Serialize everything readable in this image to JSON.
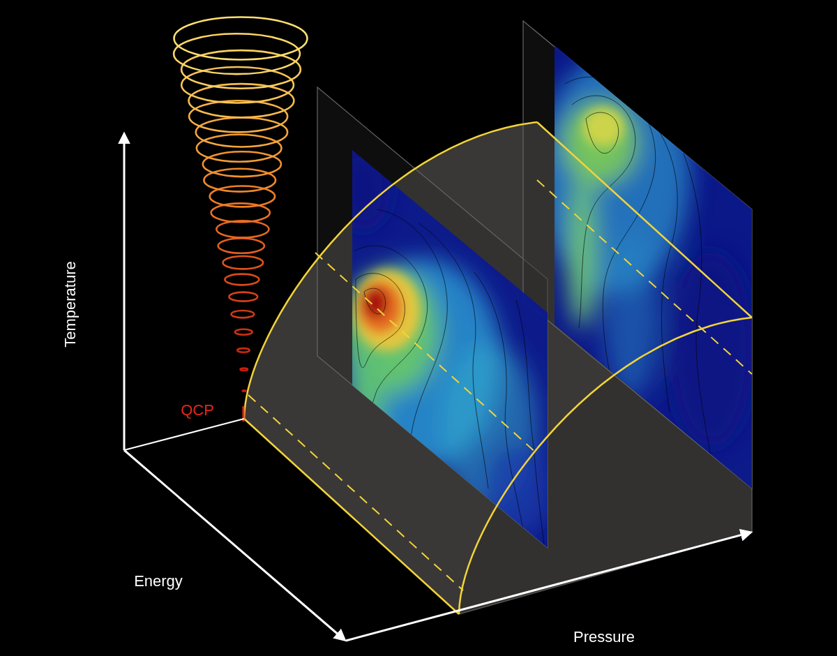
{
  "diagram": {
    "labels": [
      "Temperature",
      "QCP",
      "Energy",
      "Pressure"
    ]
  }
}
